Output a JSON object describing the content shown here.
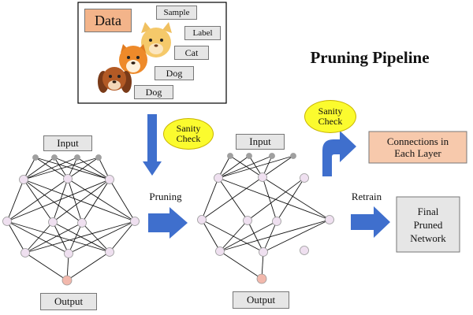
{
  "title": "Pruning Pipeline",
  "data_panel": {
    "data_label": "Data",
    "sample_label": "Sample",
    "label_label": "Label",
    "cat_label": "Cat",
    "dog_label_1": "Dog",
    "dog_label_2": "Dog"
  },
  "network_left": {
    "input_label": "Input",
    "output_label": "Output"
  },
  "network_right": {
    "input_label": "Input",
    "output_label": "Output"
  },
  "sanity_check_1": "Sanity Check",
  "sanity_check_2": "Sanity Check",
  "pruning_label": "Pruning",
  "retrain_label": "Retrain",
  "connections_box": "Connections in Each Layer",
  "final_box": "Final Pruned Network",
  "colors": {
    "arrow": "#3f6fcd",
    "node": "#efe0f0",
    "input_node": "#a0a0a0",
    "output_node": "#f2b8ac",
    "data_box": "#f3b48a",
    "connections_box": "#f7c9ac",
    "sanity_check": "#fbfb2e"
  }
}
